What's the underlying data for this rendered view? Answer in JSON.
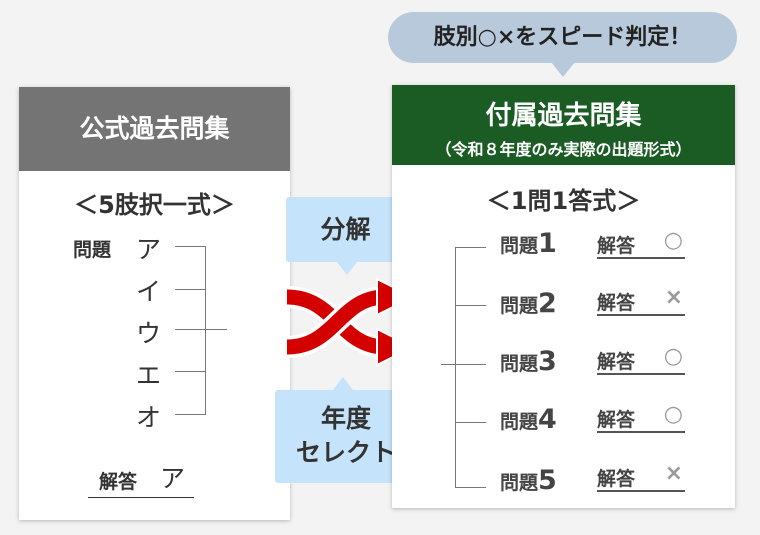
{
  "bubble": "肢別○×をスピード判定！",
  "left": {
    "title": "公式過去問集",
    "format": "＜5肢択一式＞",
    "question_label": "問題",
    "choices": [
      "ア",
      "イ",
      "ウ",
      "エ",
      "オ"
    ],
    "answer_label": "解答",
    "answer": "ア"
  },
  "middle": {
    "decompose": "分解",
    "year_select_1": "年度",
    "year_select_2": "セレクト"
  },
  "right": {
    "title": "付属過去問集",
    "subtitle": "（令和８年度のみ実際の出題形式）",
    "format": "＜1問1答式＞",
    "rows": [
      {
        "q": "問題",
        "n": "1",
        "a": "解答",
        "m": "○"
      },
      {
        "q": "問題",
        "n": "2",
        "a": "解答",
        "m": "×"
      },
      {
        "q": "問題",
        "n": "3",
        "a": "解答",
        "m": "○"
      },
      {
        "q": "問題",
        "n": "4",
        "a": "解答",
        "m": "○"
      },
      {
        "q": "問題",
        "n": "5",
        "a": "解答",
        "m": "×"
      }
    ]
  },
  "colors": {
    "gray_header": "#747474",
    "green_header": "#1a5c24",
    "bubble": "#b8c9dc",
    "blue_box": "#c5e3fa",
    "arrow": "#d40000"
  }
}
